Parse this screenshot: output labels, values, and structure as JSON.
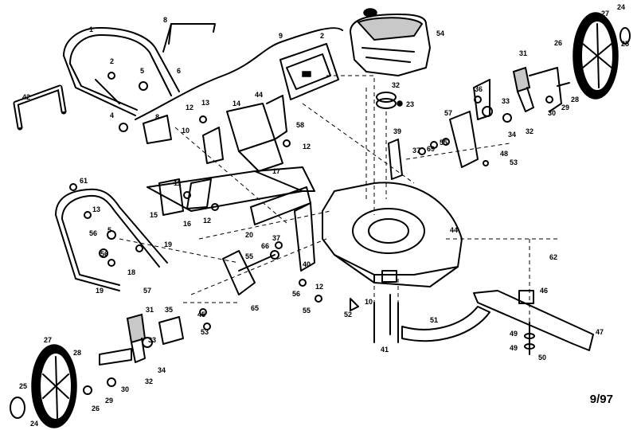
{
  "diagram": {
    "revision_date": "9/97",
    "callouts": [
      {
        "id": "c1",
        "text": "1"
      },
      {
        "id": "c2",
        "text": "2"
      },
      {
        "id": "c3",
        "text": "2"
      },
      {
        "id": "c4",
        "text": "4"
      },
      {
        "id": "c5",
        "text": "5"
      },
      {
        "id": "c6",
        "text": "6"
      },
      {
        "id": "c7",
        "text": "8"
      },
      {
        "id": "c8",
        "text": "9"
      },
      {
        "id": "c9",
        "text": "8"
      },
      {
        "id": "c10",
        "text": "42"
      },
      {
        "id": "c11",
        "text": "54"
      },
      {
        "id": "c12",
        "text": "24"
      },
      {
        "id": "c13",
        "text": "27"
      },
      {
        "id": "c14",
        "text": "25"
      },
      {
        "id": "c15",
        "text": "26"
      },
      {
        "id": "c16",
        "text": "31"
      },
      {
        "id": "c17",
        "text": "28"
      },
      {
        "id": "c18",
        "text": "29"
      },
      {
        "id": "c19",
        "text": "30"
      },
      {
        "id": "c20",
        "text": "32"
      },
      {
        "id": "c21",
        "text": "34"
      },
      {
        "id": "c22",
        "text": "33"
      },
      {
        "id": "c23",
        "text": "36"
      },
      {
        "id": "c24",
        "text": "57"
      },
      {
        "id": "c25",
        "text": "32"
      },
      {
        "id": "c26",
        "text": "23"
      },
      {
        "id": "c27",
        "text": "39"
      },
      {
        "id": "c28",
        "text": "37"
      },
      {
        "id": "c29",
        "text": "69"
      },
      {
        "id": "c30",
        "text": "55"
      },
      {
        "id": "c31",
        "text": "48"
      },
      {
        "id": "c32",
        "text": "53"
      },
      {
        "id": "c33",
        "text": "12"
      },
      {
        "id": "c34",
        "text": "13"
      },
      {
        "id": "c35",
        "text": "14"
      },
      {
        "id": "c36",
        "text": "44"
      },
      {
        "id": "c37",
        "text": "58"
      },
      {
        "id": "c38",
        "text": "10"
      },
      {
        "id": "c39",
        "text": "12"
      },
      {
        "id": "c40",
        "text": "17"
      },
      {
        "id": "c41",
        "text": "11"
      },
      {
        "id": "c42",
        "text": "15"
      },
      {
        "id": "c43",
        "text": "16"
      },
      {
        "id": "c44",
        "text": "12"
      },
      {
        "id": "c45",
        "text": "20"
      },
      {
        "id": "c46",
        "text": "61"
      },
      {
        "id": "c47",
        "text": "13"
      },
      {
        "id": "c48",
        "text": "56"
      },
      {
        "id": "c49",
        "text": "5"
      },
      {
        "id": "c50",
        "text": "19"
      },
      {
        "id": "c51",
        "text": "56"
      },
      {
        "id": "c52",
        "text": "18"
      },
      {
        "id": "c53",
        "text": "57"
      },
      {
        "id": "c54",
        "text": "19"
      },
      {
        "id": "c55",
        "text": "44"
      },
      {
        "id": "c56",
        "text": "37"
      },
      {
        "id": "c57",
        "text": "66"
      },
      {
        "id": "c58",
        "text": "55"
      },
      {
        "id": "c59",
        "text": "40"
      },
      {
        "id": "c60",
        "text": "12"
      },
      {
        "id": "c61",
        "text": "56"
      },
      {
        "id": "c62",
        "text": "55"
      },
      {
        "id": "c63",
        "text": "52"
      },
      {
        "id": "c64",
        "text": "10"
      },
      {
        "id": "c65",
        "text": "41"
      },
      {
        "id": "c66",
        "text": "51"
      },
      {
        "id": "c67",
        "text": "62"
      },
      {
        "id": "c68",
        "text": "46"
      },
      {
        "id": "c69",
        "text": "47"
      },
      {
        "id": "c70",
        "text": "49"
      },
      {
        "id": "c71",
        "text": "49"
      },
      {
        "id": "c72",
        "text": "50"
      },
      {
        "id": "c73",
        "text": "65"
      },
      {
        "id": "c74",
        "text": "31"
      },
      {
        "id": "c75",
        "text": "35"
      },
      {
        "id": "c76",
        "text": "45"
      },
      {
        "id": "c77",
        "text": "53"
      },
      {
        "id": "c78",
        "text": "33"
      },
      {
        "id": "c79",
        "text": "34"
      },
      {
        "id": "c80",
        "text": "32"
      },
      {
        "id": "c81",
        "text": "27"
      },
      {
        "id": "c82",
        "text": "28"
      },
      {
        "id": "c83",
        "text": "29"
      },
      {
        "id": "c84",
        "text": "30"
      },
      {
        "id": "c85",
        "text": "26"
      },
      {
        "id": "c86",
        "text": "25"
      },
      {
        "id": "c87",
        "text": "24"
      }
    ]
  }
}
